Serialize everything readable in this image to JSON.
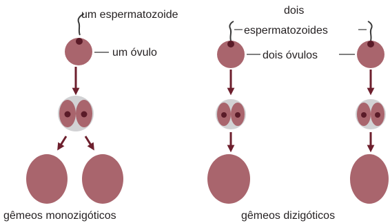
{
  "monozygotic": {
    "sperm_label": "um espermatozoide",
    "egg_label": "um óvulo",
    "caption": "gêmeos monozigóticos"
  },
  "dizygotic": {
    "sperm_label_line1": "dois",
    "sperm_label_line2": "espermatozoides",
    "egg_label": "dois óvulos",
    "caption": "gêmeos dizigóticos"
  },
  "colors": {
    "cell_fill": "#a9656d",
    "cell_dark": "#5a1b28",
    "arrow": "#6d1f2d",
    "zygote_bg": "#d2d2d4",
    "sperm_line": "#3a3a3a"
  }
}
